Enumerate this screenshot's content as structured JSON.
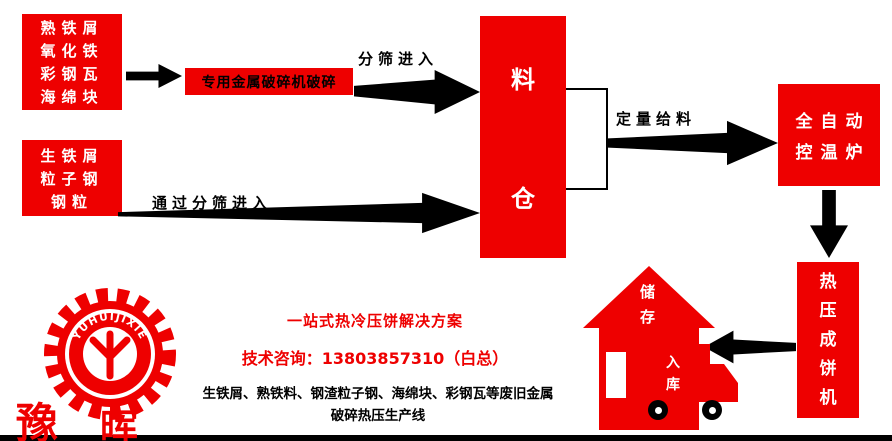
{
  "colors": {
    "red": "#ee0000",
    "black": "#000000",
    "white": "#ffffff"
  },
  "flow": {
    "materials_top": {
      "lines": [
        "熟铁屑",
        "氧化铁",
        "彩钢瓦",
        "海绵块"
      ]
    },
    "crusher": {
      "label": "专用金属破碎机破碎"
    },
    "arrow_sieve_label": "分筛进入",
    "silo": {
      "char1": "料",
      "char2": "仓"
    },
    "materials_left": {
      "lines": [
        "生铁屑",
        "粒子钢",
        "钢粒"
      ]
    },
    "arrow_through_label": "通过分筛进入",
    "arrow_feed_label": "定量给料",
    "furnace": {
      "line1": "全自动",
      "line2": "控温炉"
    },
    "press": {
      "chars": [
        "热",
        "压",
        "成",
        "饼",
        "机"
      ]
    },
    "storage": {
      "char1": "储",
      "char2": "存"
    },
    "warehouse": {
      "char1": "入",
      "char2": "库"
    }
  },
  "logo": {
    "arc_text": "YUHUIJIXIE",
    "brand_char1": "豫",
    "brand_char2": "晖"
  },
  "footer": {
    "headline": "一站式热冷压饼解决方案",
    "contact": "技术咨询：13803857310（白总）",
    "desc_line1": "生铁屑、熟铁料、钢渣粒子钢、海绵块、彩钢瓦等废旧金属",
    "desc_line2": "破碎热压生产线"
  }
}
